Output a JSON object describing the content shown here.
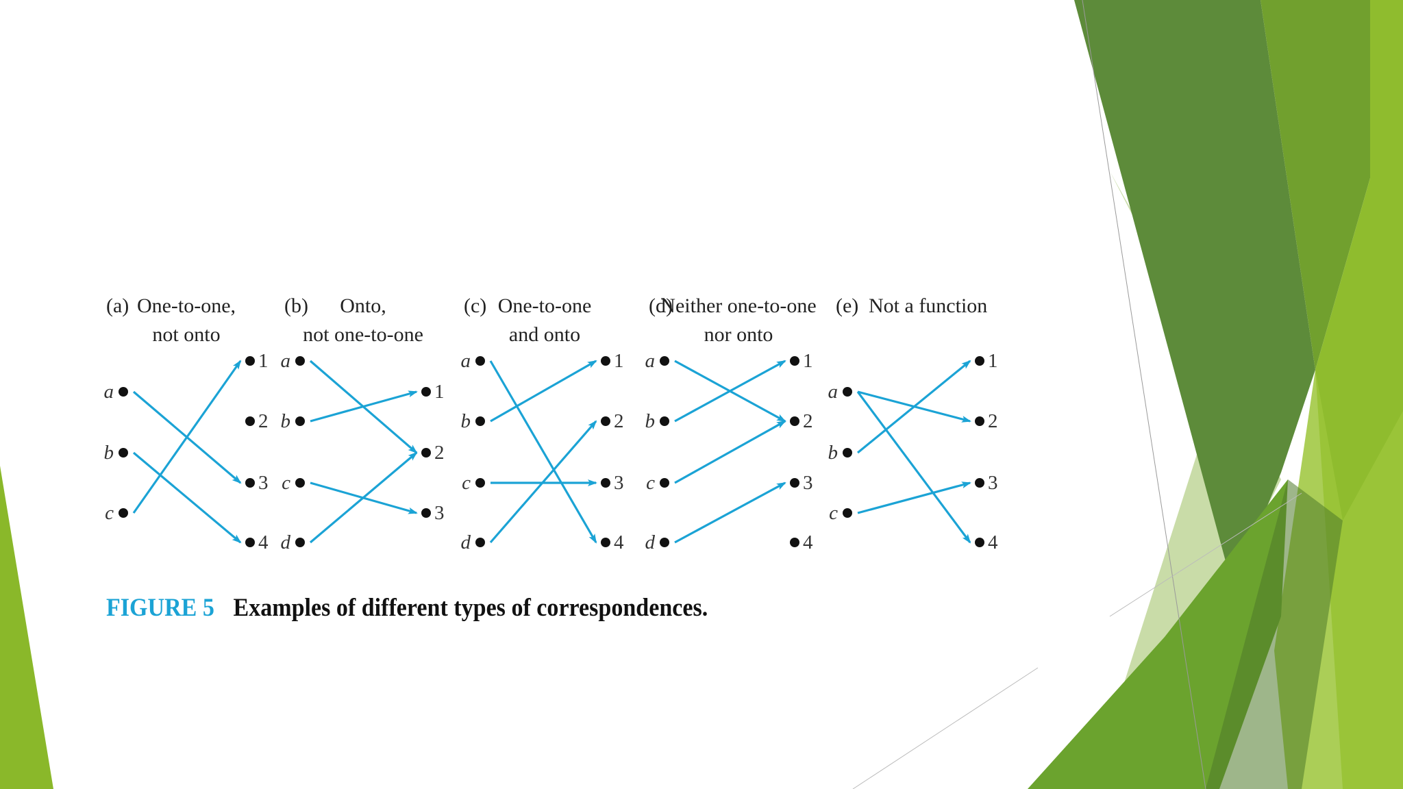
{
  "figure": {
    "label": "FIGURE 5",
    "caption": "Examples of different types of correspondences.",
    "accent_color": "#1ba3d5",
    "panels": [
      {
        "tag": "(a)",
        "title_lines": [
          "One-to-one,",
          "not onto"
        ],
        "domain": [
          "a",
          "b",
          "c"
        ],
        "codomain": [
          "1",
          "2",
          "3",
          "4"
        ],
        "mappings": [
          [
            "a",
            "3"
          ],
          [
            "b",
            "4"
          ],
          [
            "c",
            "1"
          ]
        ]
      },
      {
        "tag": "(b)",
        "title_lines": [
          "Onto,",
          "not one-to-one"
        ],
        "domain": [
          "a",
          "b",
          "c",
          "d"
        ],
        "codomain": [
          "1",
          "2",
          "3"
        ],
        "mappings": [
          [
            "a",
            "2"
          ],
          [
            "b",
            "1"
          ],
          [
            "c",
            "3"
          ],
          [
            "d",
            "2"
          ]
        ]
      },
      {
        "tag": "(c)",
        "title_lines": [
          "One-to-one",
          "and onto"
        ],
        "domain": [
          "a",
          "b",
          "c",
          "d"
        ],
        "codomain": [
          "1",
          "2",
          "3",
          "4"
        ],
        "mappings": [
          [
            "a",
            "4"
          ],
          [
            "b",
            "1"
          ],
          [
            "c",
            "3"
          ],
          [
            "d",
            "2"
          ]
        ]
      },
      {
        "tag": "(d)",
        "title_lines": [
          "Neither one-to-one",
          "nor onto"
        ],
        "domain": [
          "a",
          "b",
          "c",
          "d"
        ],
        "codomain": [
          "1",
          "2",
          "3",
          "4"
        ],
        "mappings": [
          [
            "a",
            "2"
          ],
          [
            "b",
            "1"
          ],
          [
            "c",
            "2"
          ],
          [
            "d",
            "3"
          ]
        ]
      },
      {
        "tag": "(e)",
        "title_lines": [
          "Not a function"
        ],
        "domain": [
          "a",
          "b",
          "c"
        ],
        "codomain": [
          "1",
          "2",
          "3",
          "4"
        ],
        "mappings": [
          [
            "a",
            "2"
          ],
          [
            "a",
            "4"
          ],
          [
            "b",
            "1"
          ],
          [
            "c",
            "3"
          ]
        ]
      }
    ]
  },
  "theme_colors": [
    "#5d8b3a",
    "#7aa62b",
    "#8fbc2e",
    "#4e7a2a",
    "#c9dca8"
  ]
}
